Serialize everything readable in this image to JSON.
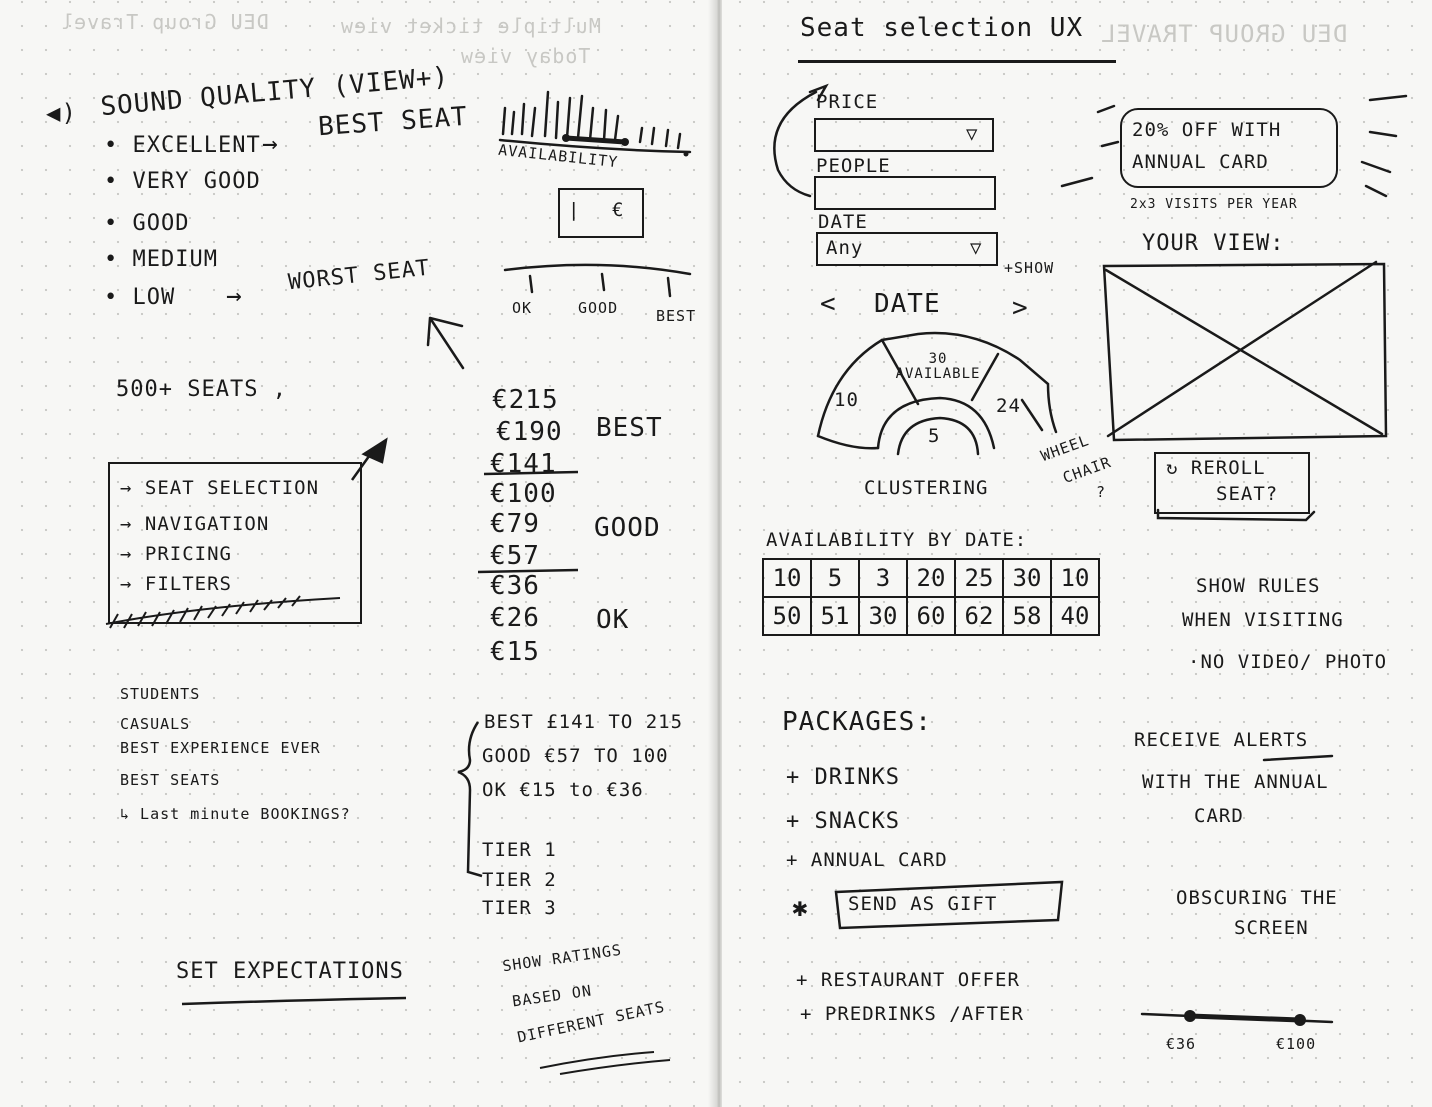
{
  "left_page": {
    "ghost_text": [
      "DEU Group Travel",
      "Multiple ticket view",
      "Today view"
    ],
    "sound_quality": {
      "title": "SOUND QUALITY (VIEW+)",
      "levels": [
        "EXCELLENT",
        "VERY GOOD",
        "GOOD",
        "MEDIUM",
        "LOW"
      ],
      "best_label": "BEST SEAT",
      "worst_label": "WORST SEAT"
    },
    "availability": {
      "label": "AVAILABILITY",
      "price_box": "€",
      "scale": [
        "OK",
        "GOOD",
        "BEST"
      ]
    },
    "seats_count": "500+ SEATS ,",
    "topics": [
      "SEAT SELECTION",
      "NAVIGATION",
      "PRICING",
      "FILTERS"
    ],
    "prices": [
      {
        "value": "€215",
        "tier": ""
      },
      {
        "value": "€190",
        "tier": "BEST"
      },
      {
        "value": "€141",
        "tier": ""
      },
      {
        "value": "€100",
        "tier": ""
      },
      {
        "value": "€79",
        "tier": "GOOD"
      },
      {
        "value": "€57",
        "tier": ""
      },
      {
        "value": "€36",
        "tier": ""
      },
      {
        "value": "€26",
        "tier": "OK"
      },
      {
        "value": "€15",
        "tier": ""
      }
    ],
    "audience": [
      "STUDENTS",
      "CASUALS",
      "BEST EXPERIENCE EVER",
      "BEST SEATS",
      "↳ Last minute BOOKINGS?"
    ],
    "ranges": [
      "BEST £141 TO 215",
      "GOOD €57 TO 100",
      "OK €15 to €36"
    ],
    "tiers": [
      "TIER 1",
      "TIER 2",
      "TIER 3"
    ],
    "set_expectations": "SET EXPECTATIONS",
    "show_ratings": [
      "SHOW RATINGS",
      "BASED ON",
      "DIFFERENT SEATS"
    ]
  },
  "right_page": {
    "title": "Seat selection UX",
    "ghost_title": "DEU GROUP TRAVEL",
    "filters": {
      "price_label": "PRICE",
      "people_label": "PEOPLE",
      "date_label": "DATE",
      "date_value": "Any",
      "show_label": "+SHOW"
    },
    "date_nav": {
      "prev": "<",
      "label": "DATE",
      "next": ">"
    },
    "clustering": {
      "sections": [
        "10",
        "30 AVAILABLE",
        "24",
        "5"
      ],
      "label": "CLUSTERING"
    },
    "promo": {
      "text_line1": "20% OFF WITH",
      "text_line2": "ANNUAL CARD",
      "sub": "2x3 VISITS PER YEAR"
    },
    "your_view": "YOUR VIEW:",
    "wheelchair": [
      "WHEEL",
      "CHAIR",
      "?"
    ],
    "reroll": [
      "↻ REROLL",
      "SEAT?"
    ],
    "availability_by_date": {
      "label": "AVAILABILITY BY DATE:",
      "rows": [
        [
          "10",
          "5",
          "3",
          "20",
          "25",
          "30",
          "10"
        ],
        [
          "50",
          "51",
          "30",
          "60",
          "62",
          "58",
          "40"
        ]
      ]
    },
    "rules": [
      "SHOW RULES",
      "WHEN VISITING",
      "·NO VIDEO/ PHOTO"
    ],
    "packages": {
      "title": "PACKAGES:",
      "items": [
        "+ DRINKS",
        "+ SNACKS",
        "+ ANNUAL CARD",
        "SEND AS GIFT",
        "+ RESTAURANT OFFER",
        "+ PREDRINKS /AFTER"
      ]
    },
    "alerts": [
      "RECEIVE ALERTS",
      "WITH THE ANNUAL",
      "CARD"
    ],
    "obscuring": [
      "OBSCURING THE",
      "SCREEN"
    ],
    "slider": {
      "min_label": "€36",
      "max_label": "€100"
    }
  }
}
